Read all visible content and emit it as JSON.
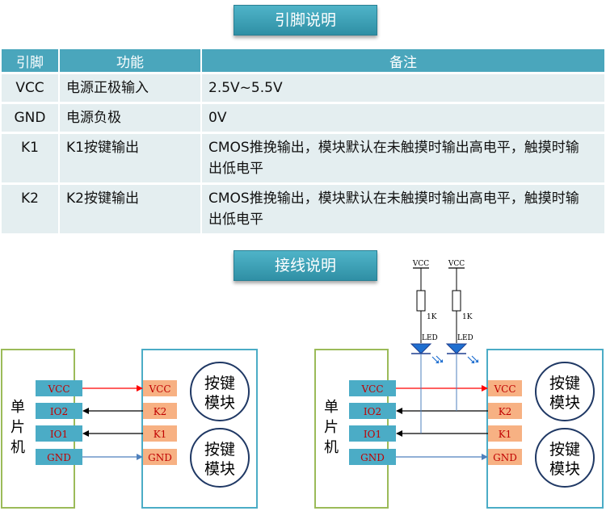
{
  "pin_section": {
    "title": "引脚说明"
  },
  "pin_table": {
    "headers": [
      "引脚",
      "功能",
      "备注"
    ],
    "rows": [
      {
        "pin": "VCC",
        "function": "电源正极输入",
        "note": "2.5V~5.5V"
      },
      {
        "pin": "GND",
        "function": "电源负极",
        "note": "0V"
      },
      {
        "pin": "K1",
        "function": "K1按键输出",
        "note": "CMOS推挽输出，模块默认在未触摸时输出高电平，触摸时输出低电平"
      },
      {
        "pin": "K2",
        "function": "K2按键输出",
        "note": "CMOS推挽输出，模块默认在未触摸时输出高电平，触摸时输出低电平"
      }
    ]
  },
  "wiring_section": {
    "title": "接线说明"
  },
  "wiring": {
    "mcu_label": "单片机",
    "mcu_label_chars": [
      "单",
      "片",
      "机"
    ],
    "mcu_pins": [
      "VCC",
      "IO2",
      "IO1",
      "GND"
    ],
    "module_pins": [
      "VCC",
      "K2",
      "K1",
      "GND"
    ],
    "key_module_line1": "按键",
    "key_module_line2": "模块",
    "vcc_label": "VCC",
    "resistor_label": "1K",
    "led_label": "LED"
  },
  "colors": {
    "banner": "#3aa3b8",
    "mcu_border": "#9bbb59",
    "module_border": "#4bacc6",
    "mcu_pin_fill": "#4bacc6",
    "module_pin_fill": "#f7b183",
    "pin_text": "#c00000",
    "vcc_line": "#ff0000",
    "signal_line": "#000000",
    "gnd_line": "#4f81bd",
    "led_fill": "#1f6fd0"
  }
}
